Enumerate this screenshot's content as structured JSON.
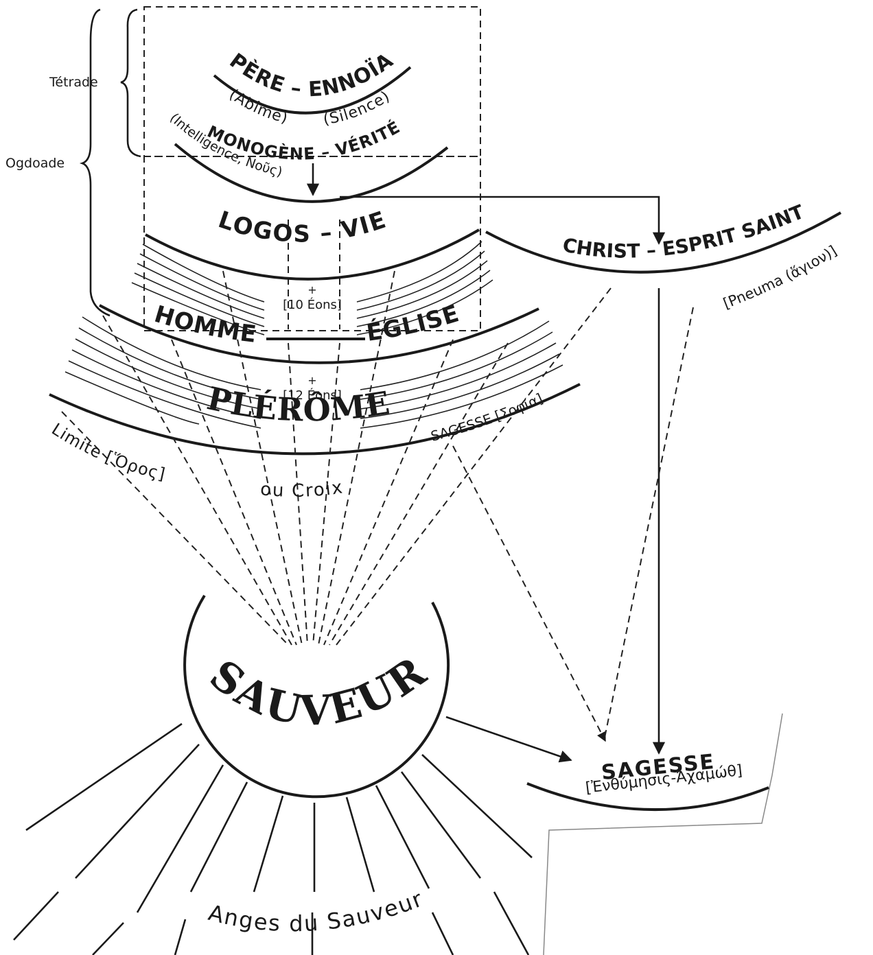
{
  "labels": {
    "tetrade": "Tétrade",
    "ogdoade": "Ogdoade",
    "pere_ennoia": "PÈRE – ENNOÏA",
    "abime": "(Abîme)",
    "silence": "(Silence)",
    "monogene_verite": "MONOGÈNE – VÉRITÉ",
    "intelligence_nous": "(Intelligence, Νοῦς)",
    "logos_vie": "LOGOS – VIE",
    "ten_eons": "[10 Éons]",
    "homme": "HOMME",
    "eglise": "ÉGLISE",
    "twelve_eons": "[12 Éons]",
    "pleroma": "PLÉRÔME",
    "sagesse_sophia": "SAGESSE [Σοφία]",
    "limite_oros": "Limite [Ὅρος]",
    "ou_croix": "ou Croix",
    "christ_esprit": "CHRIST – ESPRIT SAINT",
    "pneuma": "[Pneuma (ἅγιον)]",
    "sauveur": "SAUVEUR",
    "sagesse_lower": "SAGESSE",
    "enthymesis": "[Ἐνθύμησις-Ἀχαμώθ]",
    "anges": "Anges du Sauveur"
  }
}
